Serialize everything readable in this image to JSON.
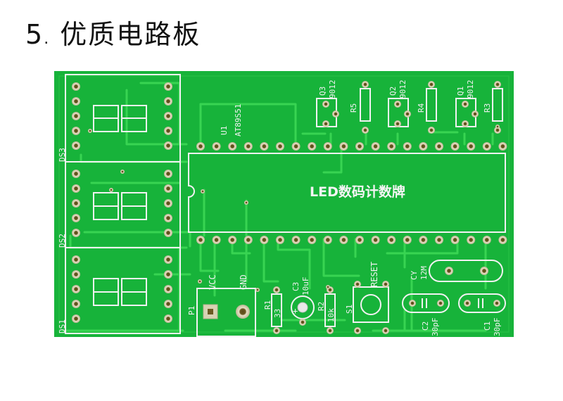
{
  "heading": {
    "number": "5",
    "separator": ".",
    "text": "优质电路板"
  },
  "board": {
    "colors": {
      "substrate": "#17b33a",
      "trace": "#35d14f",
      "silk": "#f2f2f2",
      "pad_ring": "#d8d2b4",
      "hole": "#6b5a22"
    },
    "title": "LED数码计数牌",
    "chip_ref": "U1",
    "chip_part": "AT89S51",
    "displays": [
      "DS3",
      "DS2",
      "DS1"
    ],
    "transistors": [
      {
        "ref": "Q3",
        "part": "9012"
      },
      {
        "ref": "Q2",
        "part": "9012"
      },
      {
        "ref": "Q1",
        "part": "9012"
      }
    ],
    "resistors_top": [
      "R5",
      "R4",
      "R3"
    ],
    "header": {
      "ref": "P1",
      "pin1": "VCC",
      "pin2": "GND"
    },
    "r1": {
      "ref": "R1",
      "value": "33"
    },
    "r2": {
      "ref": "R2",
      "value": "10k"
    },
    "c3": {
      "ref": "C3",
      "value": "10uF",
      "polarity": "+"
    },
    "s1": {
      "ref": "S1",
      "label": "RESET"
    },
    "crystal": {
      "ref": "CY",
      "value": "12M"
    },
    "c2": {
      "ref": "C2",
      "value": "30pF"
    },
    "c1": {
      "ref": "C1",
      "value": "30pF"
    }
  }
}
